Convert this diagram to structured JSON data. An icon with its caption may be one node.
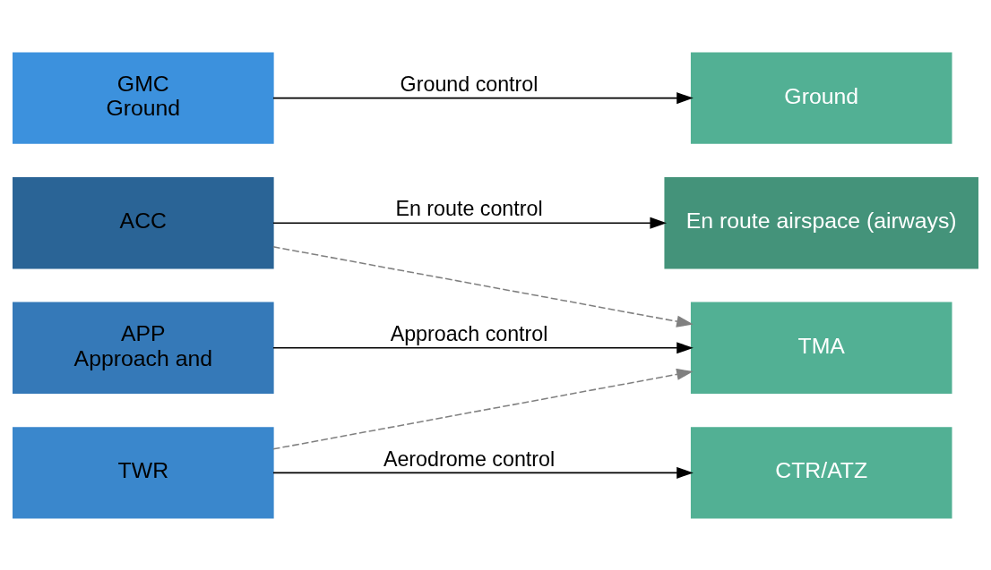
{
  "diagram": {
    "nodes": [
      {
        "text": [
          "ACC"
        ]
      },
      {
        "text": [
          "APP",
          "Approach and"
        ]
      },
      {
        "text": [
          "TWR"
        ]
      },
      {
        "text": [
          "GMC",
          "Ground"
        ]
      },
      {
        "text": [
          "En route airspace (airways)"
        ]
      },
      {
        "text": [
          "TMA"
        ]
      },
      {
        "text": [
          "CTR/ATZ"
        ]
      },
      {
        "text": [
          "Ground"
        ]
      }
    ],
    "edges": [
      {
        "from": 0,
        "to": 4,
        "arrow": "to",
        "label": "En route control"
      },
      {
        "from": 0,
        "to": 5,
        "arrow": "to",
        "style": "dashed",
        "color": "#808080"
      },
      {
        "from": 1,
        "to": 5,
        "arrow": "to",
        "label": "Approach control"
      },
      {
        "from": 2,
        "to": 5,
        "arrow": "to",
        "style": "dashed",
        "color": "#808080"
      },
      {
        "from": 2,
        "to": 6,
        "arrow": "to",
        "label": "Aerodrome control"
      },
      {
        "from": 3,
        "to": 7,
        "arrow": "to",
        "label": "Ground control"
      }
    ]
  }
}
